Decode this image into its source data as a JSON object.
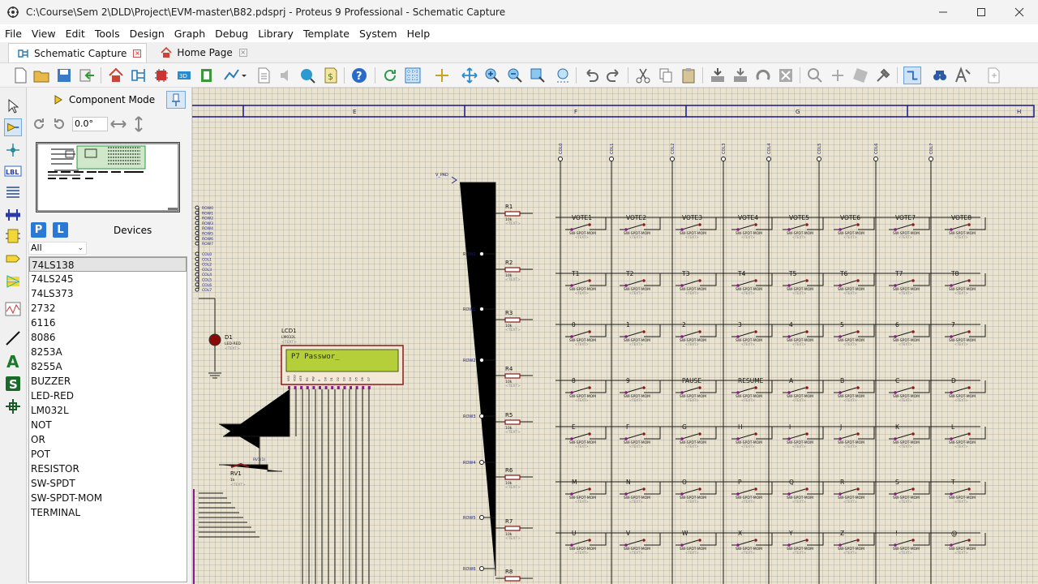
{
  "window": {
    "title": "C:\\Course\\Sem 2\\DLD\\Project\\EVM-master\\B82.pdsprj - Proteus 9 Professional - Schematic Capture"
  },
  "menu": [
    "File",
    "View",
    "Edit",
    "Tools",
    "Design",
    "Graph",
    "Debug",
    "Library",
    "Template",
    "System",
    "Help"
  ],
  "tabs": [
    {
      "label": "Schematic Capture",
      "active": true
    },
    {
      "label": "Home Page",
      "active": false
    }
  ],
  "panel": {
    "mode_label": "Component Mode",
    "rotation": "0.0°",
    "pick_button": "P",
    "library_button": "L",
    "devices_label": "Devices",
    "filter": "All",
    "devices": [
      "74LS138",
      "74LS245",
      "74LS373",
      "2732",
      "6116",
      "8086",
      "8253A",
      "8255A",
      "BUZZER",
      "LED-RED",
      "LM032L",
      "NOT",
      "OR",
      "POT",
      "RESISTOR",
      "SW-SPDT",
      "SW-SPDT-MOM",
      "TERMINAL"
    ],
    "selected_device": "74LS138"
  },
  "schematic": {
    "border_letters": [
      "E",
      "F",
      "G",
      "H"
    ],
    "col_labels": [
      "COL0",
      "COL1",
      "COL2",
      "COL3",
      "COL4",
      "COL5",
      "COL6",
      "COL7"
    ],
    "row_labels": [
      "ROW0",
      "ROW1",
      "ROW2",
      "ROW3",
      "ROW4",
      "ROW5",
      "ROW6"
    ],
    "bus_rows": [
      "ROW0",
      "ROW1",
      "ROW2",
      "ROW3",
      "ROW4",
      "ROW5",
      "ROW6",
      "ROW7"
    ],
    "bus_cols": [
      "COL0",
      "COL1",
      "COL2",
      "COL3",
      "COL4",
      "COL5",
      "COL6",
      "COL7"
    ],
    "resistors": [
      "R1",
      "R2",
      "R3",
      "R4",
      "R5",
      "R6",
      "R7",
      "R8"
    ],
    "resistor_value": "10k",
    "text_placeholder": "<TEXT>",
    "switch_part": "SW-SPDT-MOM",
    "switch_labels": [
      [
        "VOTE1",
        "VOTE2",
        "VOTE3",
        "VOTE4",
        "VOTE5",
        "VOTE6",
        "VOTE7",
        "VOTE8"
      ],
      [
        "T1",
        "T2",
        "T3",
        "T4",
        "T5",
        "T6",
        "T7",
        "T8"
      ],
      [
        "0",
        "1",
        "2",
        "3",
        "4",
        "5",
        "6",
        "7"
      ],
      [
        "8",
        "9",
        "PAUSE",
        "RESUME",
        "A",
        "B",
        "C",
        "D"
      ],
      [
        "E",
        "F",
        "G",
        "H",
        "I",
        "J",
        "K",
        "L"
      ],
      [
        "M",
        "N",
        "O",
        "P",
        "Q",
        "R",
        "S",
        "T"
      ],
      [
        "U",
        "V",
        "W",
        "X",
        "Y",
        "Z",
        "!",
        "@"
      ]
    ],
    "vpad_label": "V_PAD",
    "led": {
      "ref": "D1",
      "part": "LED-RED"
    },
    "lcd": {
      "ref": "LCD1",
      "part": "LM032L",
      "display_text": "P7 Passwor_",
      "pins": [
        "VSS",
        "VDD",
        "VEE",
        "RS",
        "RW",
        "E",
        "D0",
        "D1",
        "D2",
        "D3",
        "D4",
        "D5",
        "D6",
        "D7"
      ]
    },
    "pot": {
      "ref": "RV1",
      "value": "1k",
      "label": "RV1(1)"
    }
  }
}
